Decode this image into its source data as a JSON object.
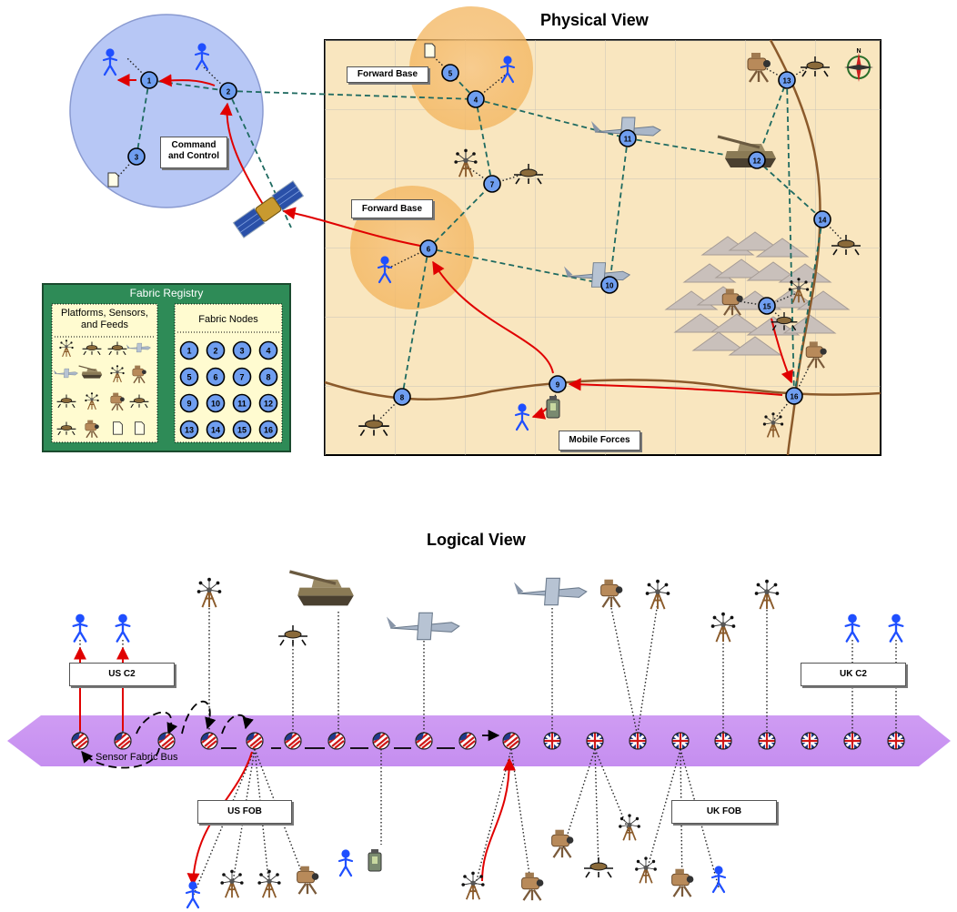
{
  "physical_view": {
    "title": "Physical View",
    "labels": {
      "forward_base_top": "Forward Base",
      "forward_base_left": "Forward Base",
      "mobile_forces": "Mobile Forces",
      "command_control_line1": "Command",
      "command_control_line2": "and Control"
    },
    "compass_letter": "N",
    "nodes": [
      "1",
      "2",
      "3",
      "4",
      "5",
      "6",
      "7",
      "8",
      "9",
      "10",
      "11",
      "12",
      "13",
      "14",
      "15",
      "16"
    ]
  },
  "registry": {
    "title": "Fabric Registry",
    "platforms_title_line1": "Platforms, Sensors,",
    "platforms_title_line2": "and Feeds",
    "nodes_title": "Fabric Nodes",
    "nodes": [
      "1",
      "2",
      "3",
      "4",
      "5",
      "6",
      "7",
      "8",
      "9",
      "10",
      "11",
      "12",
      "13",
      "14",
      "15",
      "16"
    ]
  },
  "logical_view": {
    "title": "Logical View",
    "bus_label": "Sensor Fabric Bus",
    "us_c2": "US C2",
    "uk_c2": "UK C2",
    "us_fob": "US FOB",
    "uk_fob": "UK FOB"
  },
  "colors": {
    "node_fill": "#6f9ef0",
    "map_fill": "#f9e6bf",
    "bus_fill": "#d4a5f5",
    "registry_fill": "#2e8b57",
    "red_arrow": "#e00000",
    "teal_link": "#1e6a60",
    "road": "#8b5a2b",
    "person": "#1f4fff"
  }
}
